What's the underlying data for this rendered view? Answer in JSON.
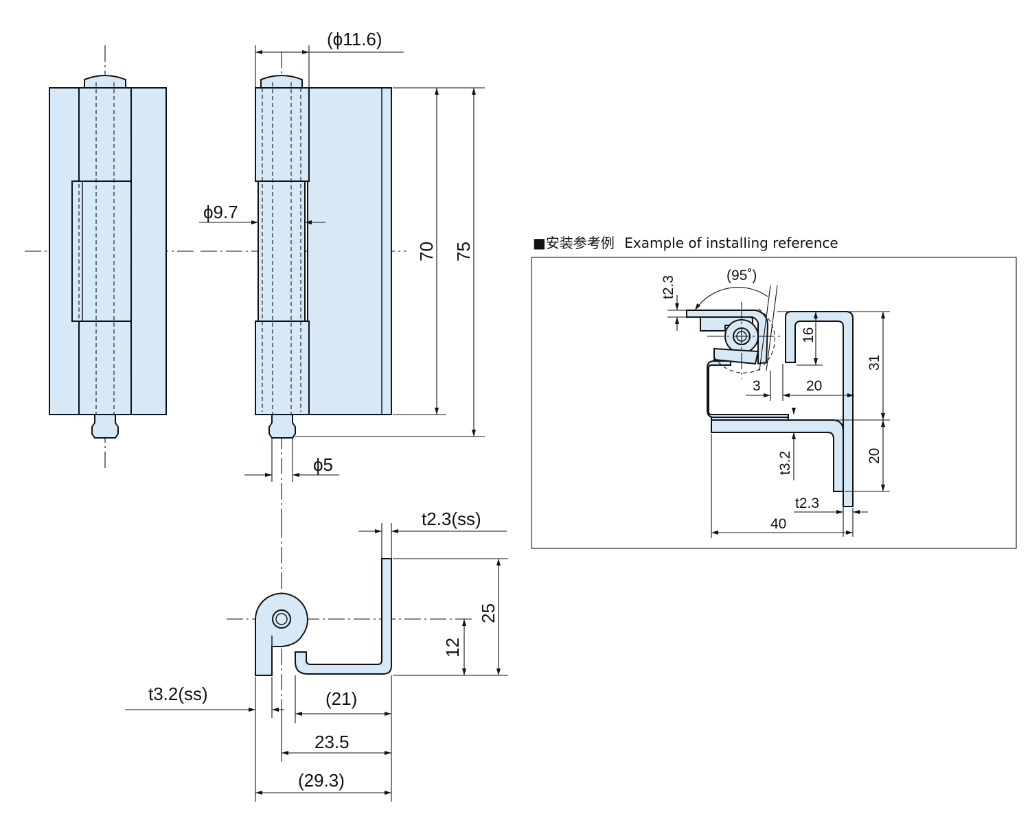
{
  "drawing": {
    "front_view": {
      "dia_outer": "(ϕ11.6)",
      "dia_pin_body": "ϕ9.7",
      "dia_pin": "ϕ5",
      "height_70": "70",
      "height_75": "75"
    },
    "section_view": {
      "thickness_top": "t2.3(ss)",
      "height_25": "25",
      "height_12": "12",
      "thickness_left": "t3.2(ss)",
      "width_21": "(21)",
      "width_23_5": "23.5",
      "width_29_3": "(29.3)"
    },
    "reference": {
      "title_prefix": "■安装参考例",
      "title_en": "Example of installing reference",
      "t2_3_top": "t2.3",
      "angle": "(95˚)",
      "dim_16": "16",
      "dim_31": "31",
      "dim_3": "3",
      "dim_20_h": "20",
      "dim_t3_2": "t3.2",
      "dim_20_v": "20",
      "dim_t2_3_bottom": "t2.3",
      "dim_40": "40"
    }
  },
  "colors": {
    "part_fill": "#d7e8f7",
    "line": "#111111"
  }
}
